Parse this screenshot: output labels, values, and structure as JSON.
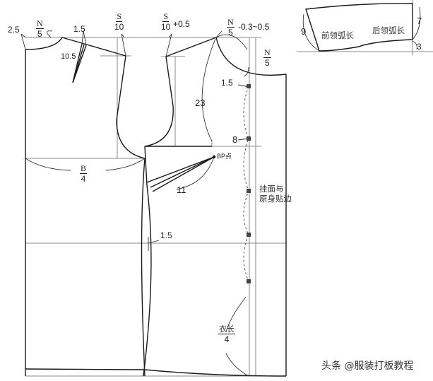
{
  "diagram": {
    "type": "garment pattern draft (front & back bodice)",
    "neckline_measurements": {
      "front_neck_width": {
        "numerator": "N",
        "denominator": "5"
      },
      "back_neck_width": {
        "numerator": "N",
        "denominator": "5"
      },
      "back_neck_adjust": "-0.3~0.5",
      "front_neck_depth": {
        "numerator": "N",
        "denominator": "5"
      },
      "neck_drop": "2.5"
    },
    "shoulder": {
      "back_shoulder": {
        "numerator": "S",
        "denominator": "10"
      },
      "front_shoulder": {
        "numerator": "S",
        "denominator": "10"
      },
      "front_shoulder_add": "+0.5",
      "dart_width": "1.5",
      "dart_length": "10.5"
    },
    "bust": {
      "bust_width": {
        "numerator": "B",
        "denominator": "4"
      },
      "bp_distance": "23",
      "bp_offset": "8",
      "bp_label": "BP点",
      "side_dart_length": "11"
    },
    "waist": {
      "waist_suppression": "1.5"
    },
    "front_edge": {
      "top_offset": "1.5",
      "facing_note_line1": "挂面与",
      "facing_note_line2": "原身贴边",
      "length_fraction": {
        "numerator": "衣长",
        "denominator": "4"
      }
    },
    "collar_inset": {
      "front_height": "9",
      "back_height": "7",
      "back_rise": "3",
      "front_arc_label": "前领弧长",
      "back_arc_label": "后领弧长"
    }
  },
  "watermark": "头条 @服装打板教程",
  "colors": {
    "line_main": "#1a1a1a",
    "line_guide": "#888888",
    "background": "#ffffff"
  }
}
